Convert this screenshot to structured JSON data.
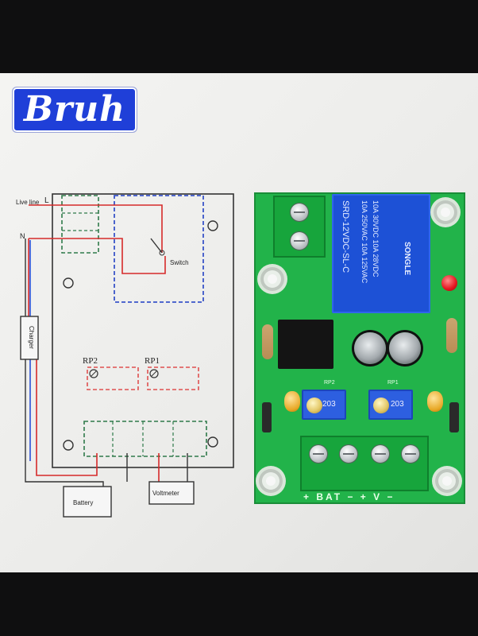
{
  "logo": {
    "text": "Bruh",
    "color": "#1f3fd8"
  },
  "schematic": {
    "live_line_label": "Live line",
    "live_line_letter": "L",
    "neutral_label": "N",
    "charger_label": "Charger",
    "switch_label": "Switch",
    "rp2_label": "RP2",
    "rp1_label": "RP1",
    "battery_label": "Battery",
    "voltmeter_label": "Voltmeter",
    "colors": {
      "live": "#d62a2a",
      "neutral": "#2a4fd6",
      "dashed_green": "#2f7a4a",
      "dashed_blue": "#3a55c9",
      "dashed_red": "#e05050"
    }
  },
  "pcb": {
    "relay": {
      "brand": "SONGLE",
      "model": "SRD-12VDC-SL-C",
      "rating1": "10A 250VAC 10A 125VAC",
      "rating2": "10A 30VDC 10A 28VDC"
    },
    "silk_bottom": "+ BAT − + V −",
    "pot_rp2_label": "RP2",
    "pot_rp1_label": "RP1",
    "pot_value_left": "203",
    "pot_value_right": "203",
    "colors": {
      "board": "#22b34a",
      "relay": "#1d51d6",
      "led": "#e4141f"
    }
  }
}
